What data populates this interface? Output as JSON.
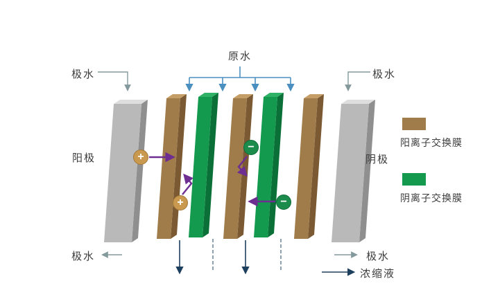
{
  "diagram": {
    "background": "#ffffff"
  },
  "labels": {
    "raw_water": "原水",
    "polar_water": "极水",
    "anode": "阳极",
    "cathode": "阴极",
    "concentrate": "浓缩液"
  },
  "legend": [
    {
      "key": "cation-exchange-membrane",
      "label": "阳离子交换膜",
      "color": "#a07c4a"
    },
    {
      "key": "anion-exchange-membrane",
      "label": "阴离子交换膜",
      "color": "#149a4e"
    }
  ],
  "ions": {
    "cation": "+",
    "anion": "−"
  },
  "stack_order": [
    "electrode-anode",
    "cation-membrane",
    "anion-membrane",
    "cation-membrane",
    "anion-membrane",
    "cation-membrane",
    "electrode-cathode"
  ],
  "colors": {
    "electrode_front": "#b9b9b9",
    "electrode_top": "#dedede",
    "electrode_side": "#8f8f8f",
    "cation_membrane_front": "#a07c4a",
    "cation_membrane_top": "#c49e66",
    "cation_membrane_side": "#7b5a33",
    "anion_membrane_front": "#149a4e",
    "anion_membrane_top": "#2fb166",
    "anion_membrane_side": "#0a7038",
    "feed_line": "#4a8fc0",
    "polar_line": "#84999c",
    "outflow_line": "#1d3f5e",
    "ion_arrow": "#6d2d91",
    "cation_ion_fill": "#c9994f",
    "anion_ion_fill": "#1b8c4b"
  }
}
